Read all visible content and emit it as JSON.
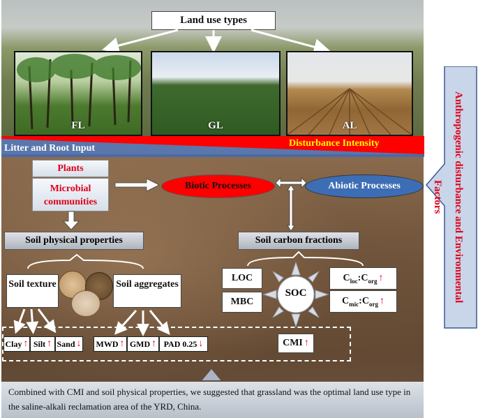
{
  "header": {
    "title": "Land use types"
  },
  "photos": [
    {
      "label": "FL"
    },
    {
      "label": "GL"
    },
    {
      "label": "AL"
    }
  ],
  "band": {
    "left_label": "Litter and Root Input",
    "right_label": "Disturbance Intensity"
  },
  "side_label": "Anthropogenic disturbance and Environmental Factors",
  "biology": {
    "plants": "Plants",
    "microbial": "Microbial communities"
  },
  "processes": {
    "biotic": "Biotic Processes",
    "abiotic": "Abiotic Processes"
  },
  "physical": {
    "title": "Soil physical  properties",
    "texture": "Soil texture",
    "aggregates": "Soil aggregates",
    "clay": "Clay",
    "silt": "Silt",
    "sand": "Sand",
    "mwd": "MWD",
    "gmd": "GMD",
    "pad": "PAD 0.25"
  },
  "carbon": {
    "title": "Soil carbon fractions",
    "loc": "LOC",
    "mbc": "MBC",
    "soc": "SOC",
    "cloc_c": "C",
    "cloc_sub": "loc",
    "cloc_mid": ":C",
    "cloc_sub2": "org",
    "cmic_c": "C",
    "cmic_sub": "mic",
    "cmic_mid": ":C",
    "cmic_sub2": "org",
    "cmi": "CMI"
  },
  "footer": {
    "text": "Combined with CMI and soil physical properties, we suggested that grassland was the optimal land use type in the saline-alkali reclamation area of the YRD, China."
  },
  "colors": {
    "accent_red": "#e0001a",
    "band_red": "#ff0000",
    "band_yellow": "#ffff00",
    "band_blue": "#4a6aa8",
    "abiotic_blue": "#3d6db5",
    "side_panel": "#c9d5e8"
  }
}
